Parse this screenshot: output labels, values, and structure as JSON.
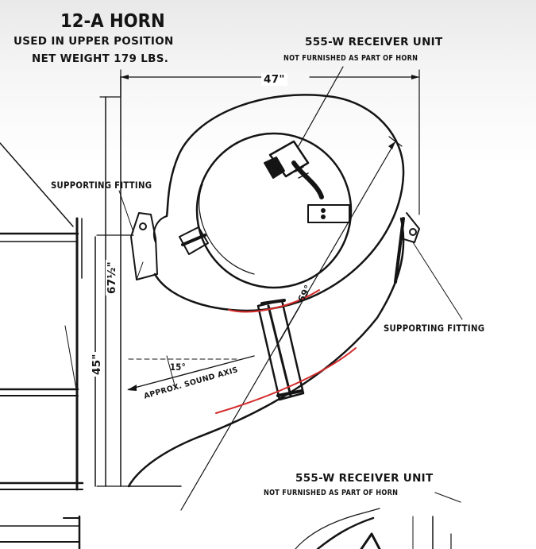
{
  "title": "12-A HORN",
  "subtitle_1": "USED IN UPPER POSITION",
  "subtitle_2": "NET WEIGHT 179 LBS.",
  "receiver_top": {
    "line1": "555-W RECEIVER UNIT",
    "line2": "NOT FURNISHED AS PART OF HORN"
  },
  "receiver_bottom": {
    "line1": "555-W RECEIVER UNIT",
    "line2": "NOT FURNISHED AS PART OF HORN"
  },
  "dim_width": "47\"",
  "dim_height": "67½\"",
  "dim_lower": "45\"",
  "angle_69": "69°",
  "angle_15": "15°",
  "fitting_left": "SUPPORTING FITTING",
  "fitting_right": "SUPPORTING FITTING",
  "sound_axis": "APPROX. SOUND AXIS",
  "colors": {
    "ink": "#141414",
    "markup": "#d42a2a",
    "paper": "#ffffff"
  }
}
